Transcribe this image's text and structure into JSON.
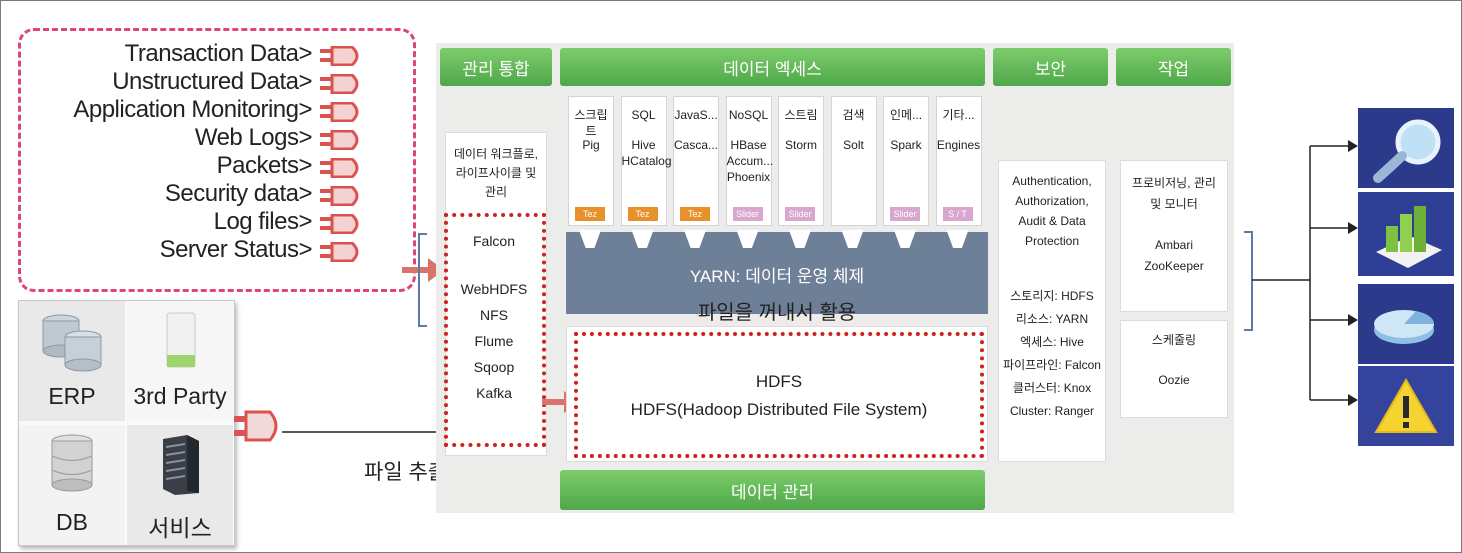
{
  "sources": {
    "items": [
      "Transaction Data",
      "Unstructured Data",
      "Application Monitoring",
      "Web Logs",
      "Packets",
      "Security data",
      "Log files",
      "Server Status"
    ],
    "suffix": ">"
  },
  "db_panel": {
    "cells": [
      "ERP",
      "3rd Party",
      "DB",
      "서비스"
    ]
  },
  "etl_label": "파일 추출, 변환, 로딩",
  "management": {
    "title": "관리 통합",
    "desc": "데이터 워크플로, 라이프사이클 및 관리",
    "tools": [
      "Falcon",
      "WebHDFS",
      "NFS",
      "Flume",
      "Sqoop",
      "Kafka"
    ]
  },
  "access": {
    "title": "데이터 엑세스",
    "columns": [
      {
        "head": "스크립트",
        "body": "Pig",
        "tag": "Tez",
        "tag_color": "#e8902a"
      },
      {
        "head": "SQL",
        "body": "Hive HCatalog",
        "tag": "Tez",
        "tag_color": "#e8902a"
      },
      {
        "head": "JavaS...",
        "body": "Casca...",
        "tag": "Tez",
        "tag_color": "#e8902a"
      },
      {
        "head": "NoSQL",
        "body": "HBase Accum... Phoenix",
        "tag": "Slider",
        "tag_color": "#d9a6d0"
      },
      {
        "head": "스트림",
        "body": "Storm",
        "tag": "Slider",
        "tag_color": "#d9a6d0"
      },
      {
        "head": "검색",
        "body": "Solt",
        "tag": "",
        "tag_color": ""
      },
      {
        "head": "인메...",
        "body": "Spark",
        "tag": "Slider",
        "tag_color": "#d9a6d0"
      },
      {
        "head": "기타...",
        "body": "Engines",
        "tag": "S / T",
        "tag_color": "#d9a6d0"
      }
    ],
    "yarn": "YARN: 데이터 운영 체제",
    "use_label": "파일을 꺼내서 활용",
    "hdfs_title": "HDFS",
    "hdfs_sub": "HDFS(Hadoop Distributed File System)",
    "bottom": "데이터 관리"
  },
  "security": {
    "title": "보안",
    "desc": "Authentication, Authorization, Audit & Data Protection",
    "lines": [
      "스토리지: HDFS",
      "리소스: YARN",
      "엑세스: Hive",
      "파이프라인: Falcon",
      "클러스터: Knox",
      "Cluster: Ranger"
    ]
  },
  "ops": {
    "title": "작업",
    "desc": "프로비저닝, 관리 및 모니터",
    "tools": "Ambari ZooKeeper",
    "sched_title": "스케줄링",
    "sched_tool": "Oozie"
  },
  "outputs": {
    "icons": [
      "magnifier-icon",
      "bar-chart-icon",
      "pie-chart-icon",
      "warning-icon"
    ],
    "colors": [
      "#2c3a8c",
      "#2f3f96",
      "#2c3a8c",
      "#34449c"
    ]
  }
}
